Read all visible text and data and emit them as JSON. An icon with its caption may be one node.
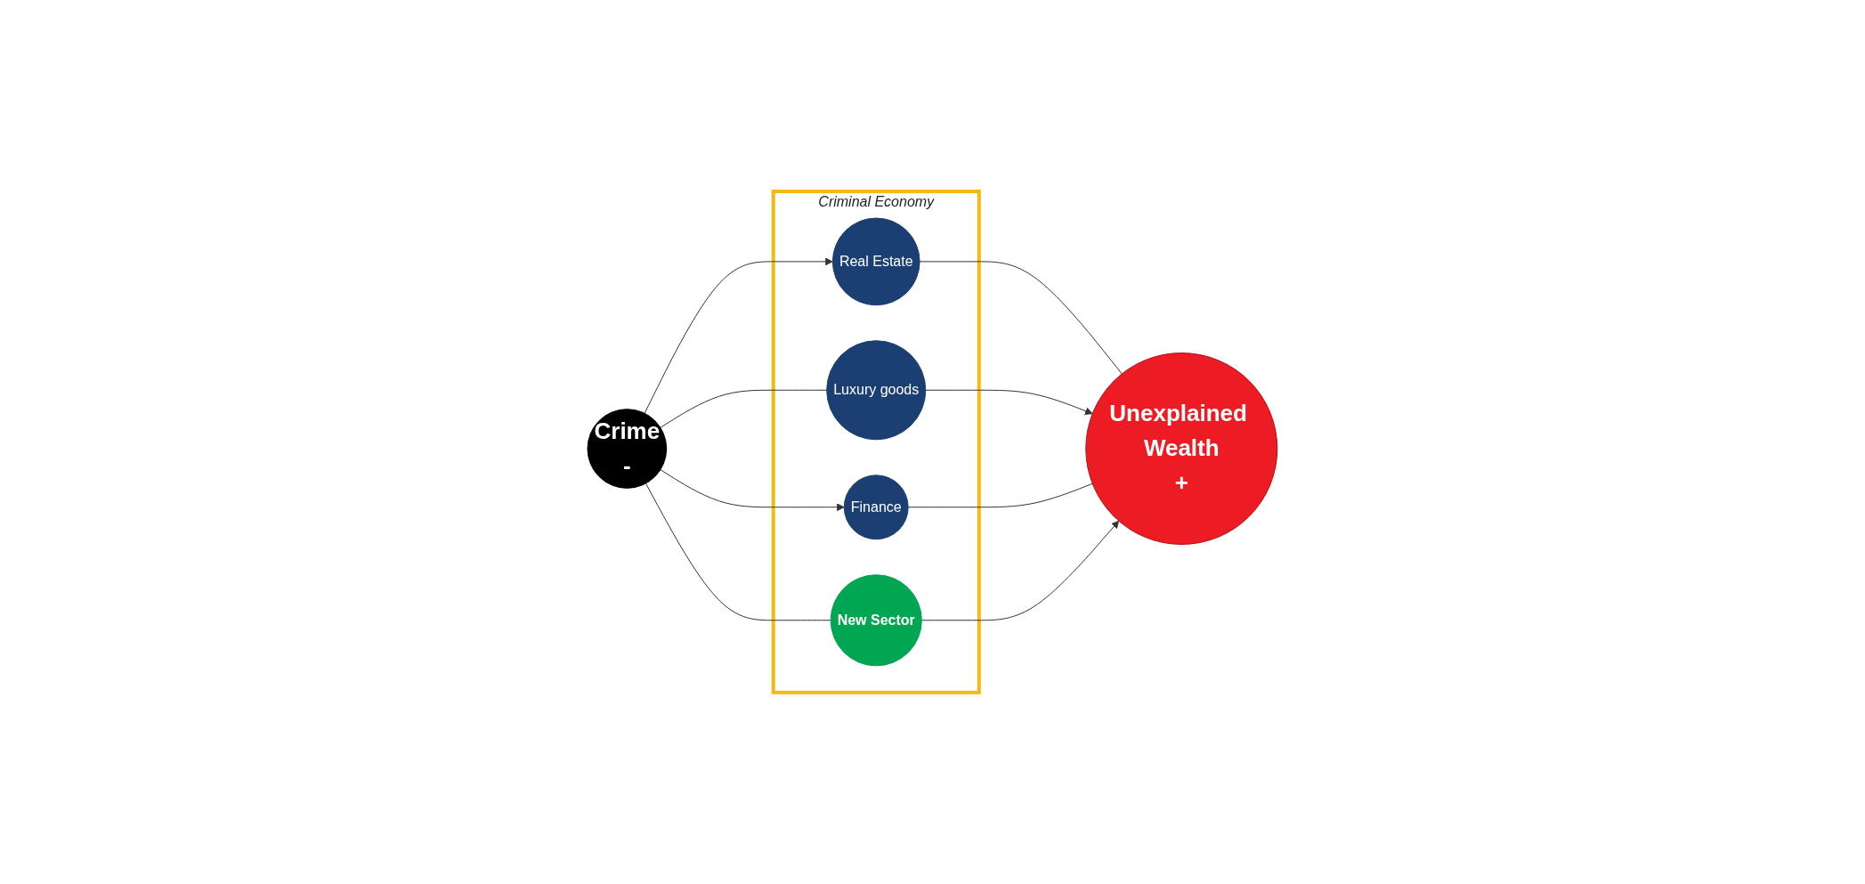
{
  "diagram": {
    "nodes": [
      {
        "text": [
          "Crime",
          "-"
        ]
      },
      {
        "text": [
          "Criminal Economy"
        ]
      },
      {
        "text": [
          "Real Estate"
        ],
        "in": 1
      },
      {
        "text": [
          "Luxury goods"
        ],
        "in": 1
      },
      {
        "text": [
          "Finance"
        ],
        "in": 1
      },
      {
        "text": [
          "New Sector"
        ],
        "in": 1
      },
      {
        "text": [
          "Unexplained Wealth",
          "+"
        ]
      }
    ],
    "edges": [
      {
        "from": 0,
        "to": 2,
        "arrow": "to"
      },
      {
        "from": 2,
        "to": 6,
        "arrow": "none"
      },
      {
        "from": 0,
        "to": 3,
        "arrow": "none"
      },
      {
        "from": 3,
        "to": 6,
        "arrow": "to"
      },
      {
        "from": 0,
        "to": 4,
        "arrow": "to"
      },
      {
        "from": 4,
        "to": 6,
        "arrow": "none"
      },
      {
        "from": 0,
        "to": 5,
        "arrow": "none"
      },
      {
        "from": 5,
        "to": 6,
        "arrow": "to"
      }
    ]
  }
}
